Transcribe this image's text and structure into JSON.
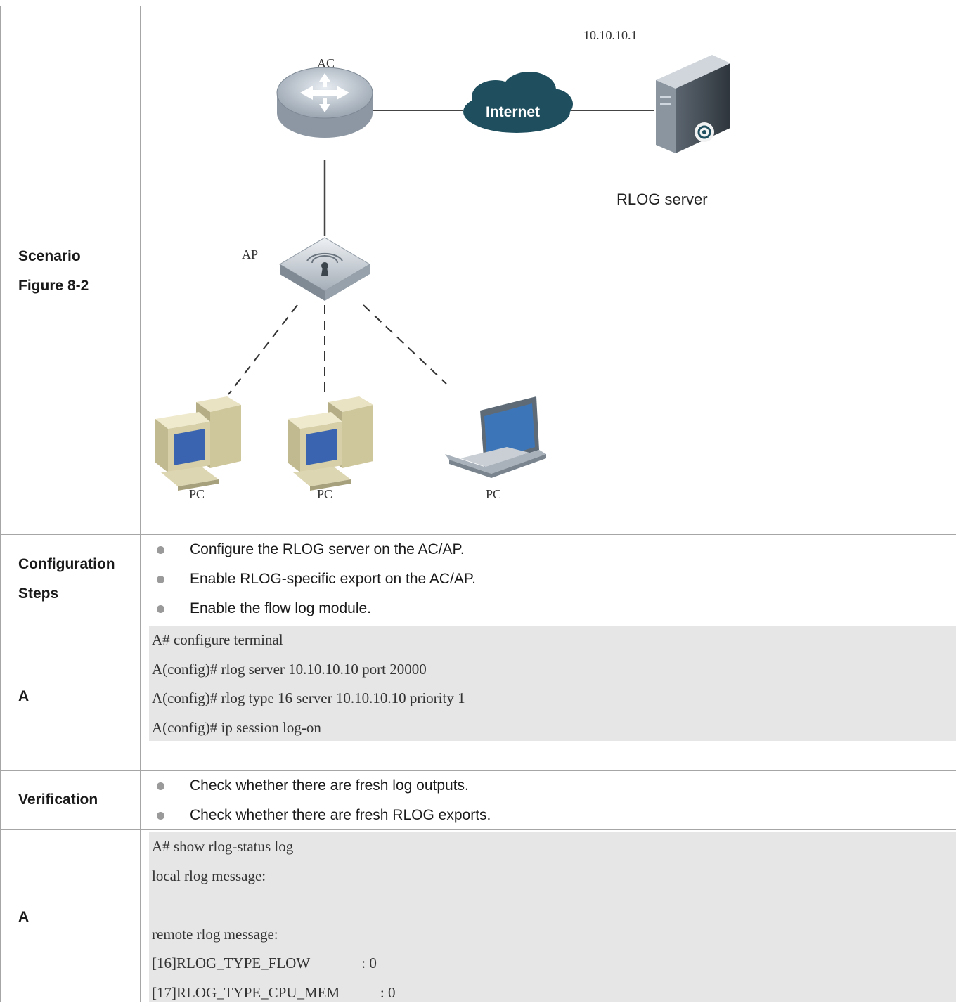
{
  "rows": {
    "scenario": {
      "label_line1": "Scenario",
      "label_line2": "Figure 8-2"
    },
    "config_steps": {
      "label_line1": "Configuration",
      "label_line2": "Steps",
      "items": [
        "Configure the RLOG server on the AC/AP.",
        "Enable RLOG-specific export on the AC/AP.",
        "Enable the flow log module."
      ]
    },
    "config_code": {
      "label": "A",
      "lines": [
        "A# configure terminal",
        "A(config)# rlog server 10.10.10.10 port 20000",
        "A(config)# rlog type 16 server 10.10.10.10 priority 1",
        "A(config)# ip session log-on"
      ]
    },
    "verification": {
      "label": "Verification",
      "items": [
        "Check whether there are fresh log outputs.",
        "Check whether there are fresh RLOG exports."
      ]
    },
    "verify_code": {
      "label": "A",
      "lines": [
        "A# show rlog-status log",
        "local rlog message:",
        "",
        "remote rlog message:",
        "[16]RLOG_TYPE_FLOW              : 0",
        "[17]RLOG_TYPE_CPU_MEM           : 0"
      ]
    }
  },
  "figure": {
    "server_ip": "10.10.10.1",
    "ac_label": "AC",
    "ap_label": "AP",
    "cloud_label": "Internet",
    "server_label": "RLOG server",
    "pc_labels": [
      "PC",
      "PC",
      "PC"
    ]
  }
}
